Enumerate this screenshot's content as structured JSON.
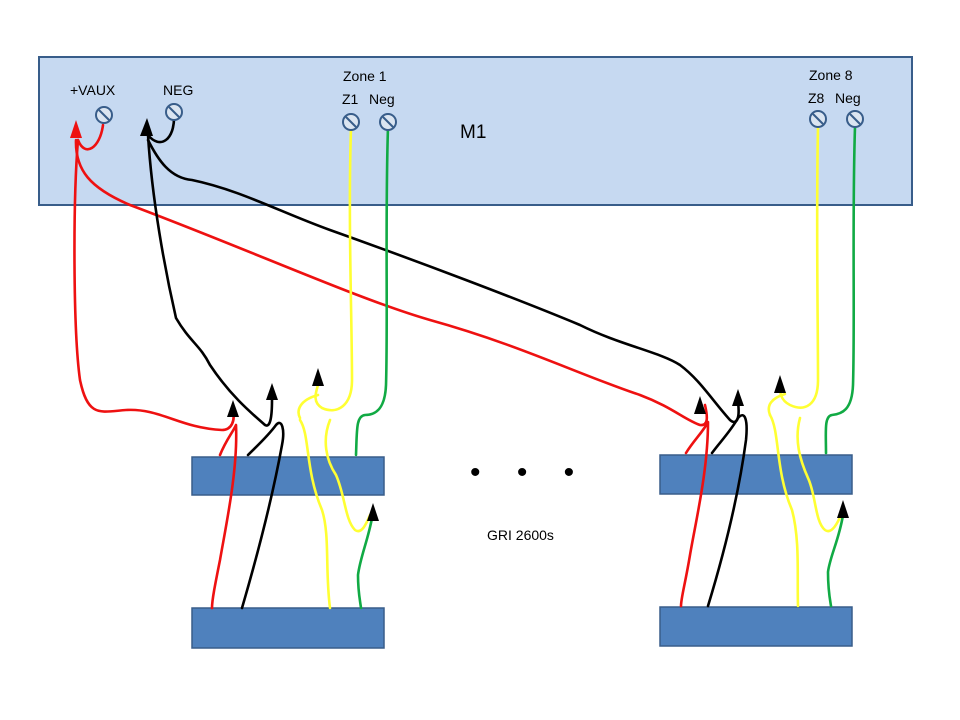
{
  "panel": {
    "name": "M1",
    "fill": "#c6d9f1",
    "stroke": "#385d8a"
  },
  "terminals": {
    "vaux_label": "+VAUX",
    "neg_label": "NEG",
    "zone1_label": "Zone 1",
    "z1_label": "Z1",
    "z1_neg_label": "Neg",
    "zone8_label": "Zone 8",
    "z8_label": "Z8",
    "z8_neg_label": "Neg"
  },
  "devices": {
    "label": "GRI 2600s",
    "ellipsis": "• • •",
    "fill": "#4f81bd",
    "stroke": "#385d8a"
  },
  "colors": {
    "red": "#ee1111",
    "black": "#000000",
    "yellow": "#ffff33",
    "green": "#11aa44",
    "terminal_stroke": "#385d8a",
    "terminal_fill": "#dbe5f1"
  }
}
